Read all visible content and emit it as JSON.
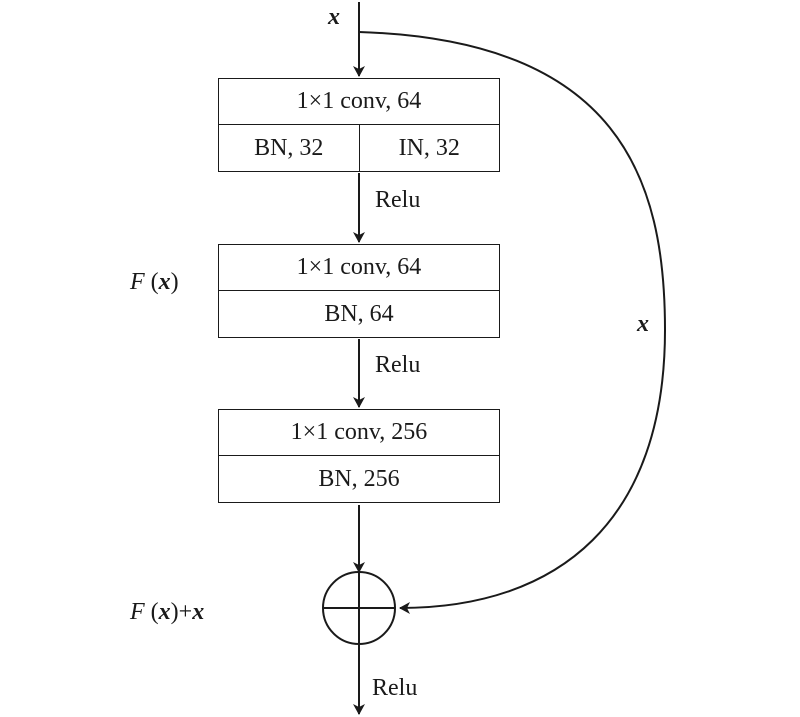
{
  "input_label": "x",
  "skip_label": "x",
  "fx_label": {
    "f": "F",
    "open": " (",
    "x": "x",
    "close": ")"
  },
  "sum_label": {
    "f": "F",
    "open": " (",
    "x": "x",
    "close": ")+",
    "x2": "x"
  },
  "blocks": [
    {
      "top": "1×1 conv, 64",
      "bottom_left": "BN, 32",
      "bottom_right": "IN, 32"
    },
    {
      "top": "1×1 conv, 64",
      "bottom": "BN, 64"
    },
    {
      "top": "1×1 conv, 256",
      "bottom": "BN, 256"
    }
  ],
  "activations": [
    "Relu",
    "Relu",
    "Relu"
  ],
  "colors": {
    "stroke": "#1a1a1a",
    "background": "#ffffff"
  }
}
